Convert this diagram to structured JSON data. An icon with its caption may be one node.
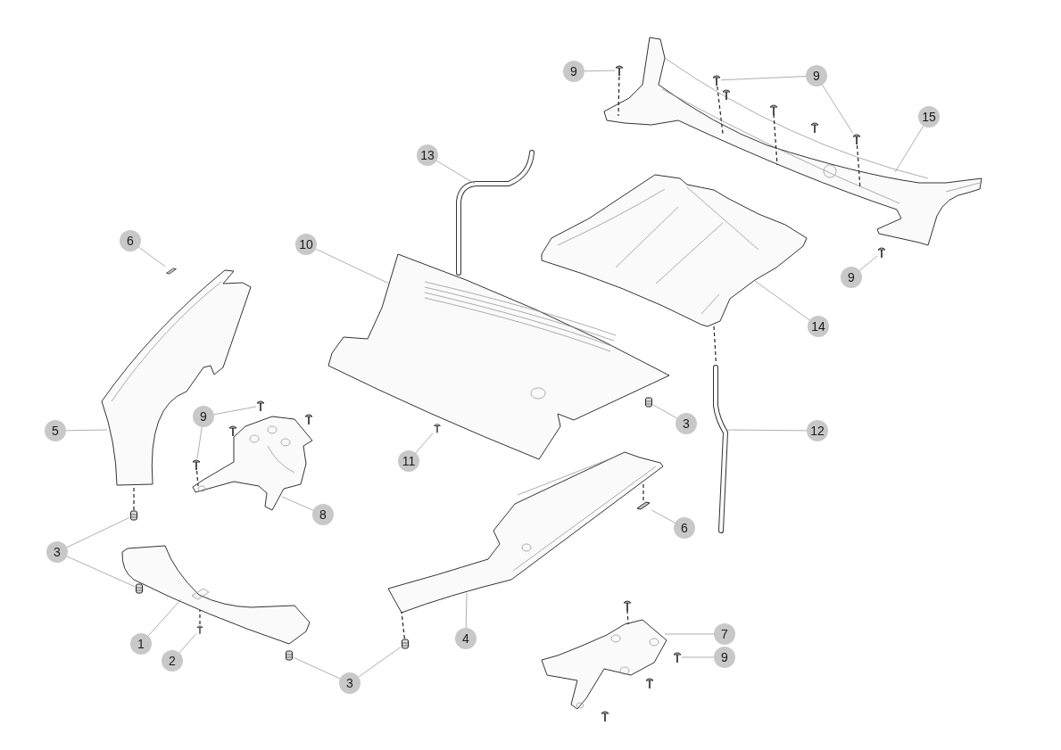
{
  "diagram": {
    "nodes": [
      {
        "text": [
          "9"
        ]
      },
      {
        "text": [],
        "shape": "picture"
      },
      {
        "text": [
          "9"
        ]
      },
      {
        "text": [],
        "shape": "picture"
      },
      {
        "text": [],
        "shape": "picture"
      },
      {
        "text": [
          "15"
        ]
      },
      {
        "text": [],
        "shape": "picture"
      },
      {
        "text": [
          "13"
        ]
      },
      {
        "text": [],
        "shape": "picture"
      },
      {
        "text": [
          "6"
        ]
      },
      {
        "text": [],
        "shape": "picture"
      },
      {
        "text": [
          "10"
        ]
      },
      {
        "text": [],
        "shape": "picture"
      },
      {
        "text": [],
        "shape": "picture"
      },
      {
        "text": [
          "9"
        ]
      },
      {
        "text": [],
        "shape": "picture"
      },
      {
        "text": [
          "14"
        ]
      },
      {
        "text": [],
        "shape": "picture"
      },
      {
        "text": [
          "9"
        ]
      },
      {
        "text": [],
        "shape": "picture"
      },
      {
        "text": [],
        "shape": "picture"
      },
      {
        "text": [],
        "shape": "picture"
      },
      {
        "text": [
          "5"
        ]
      },
      {
        "text": [],
        "shape": "picture"
      },
      {
        "text": [
          "3"
        ]
      },
      {
        "text": [],
        "shape": "picture"
      },
      {
        "text": [
          "12"
        ]
      },
      {
        "text": [
          "11"
        ]
      },
      {
        "text": [],
        "shape": "picture"
      },
      {
        "text": [
          "8"
        ]
      },
      {
        "text": [],
        "shape": "picture"
      },
      {
        "text": [
          "3"
        ]
      },
      {
        "text": [],
        "shape": "picture"
      },
      {
        "text": [],
        "shape": "picture"
      },
      {
        "text": [],
        "shape": "picture"
      },
      {
        "text": [
          "6"
        ]
      },
      {
        "text": [],
        "shape": "picture"
      },
      {
        "text": [
          "4"
        ]
      },
      {
        "text": [
          "1"
        ]
      },
      {
        "text": [],
        "shape": "picture"
      },
      {
        "text": [
          "7"
        ]
      },
      {
        "text": [],
        "shape": "picture"
      },
      {
        "text": [],
        "shape": "picture"
      },
      {
        "text": [
          "9"
        ]
      },
      {
        "text": [],
        "shape": "picture"
      },
      {
        "text": [],
        "shape": "picture"
      },
      {
        "text": [
          "3"
        ]
      },
      {
        "text": [
          "2"
        ]
      }
    ],
    "edges": [
      {
        "from": 0,
        "to": 1,
        "arrow": "none"
      },
      {
        "from": 2,
        "to": 3,
        "arrow": "none"
      },
      {
        "from": 2,
        "to": 4,
        "arrow": "none"
      },
      {
        "from": 5,
        "to": 6,
        "arrow": "none"
      },
      {
        "from": 1,
        "to": 6,
        "arrow": "none",
        "style": "dashed",
        "color": "#222222"
      },
      {
        "from": 3,
        "to": 6,
        "arrow": "none",
        "style": "dashed",
        "color": "#222222"
      },
      {
        "from": 4,
        "to": 6,
        "arrow": "none",
        "style": "dashed",
        "color": "#222222"
      },
      {
        "from": 7,
        "to": 8,
        "arrow": "none"
      },
      {
        "from": 9,
        "to": 10,
        "arrow": "none"
      },
      {
        "from": 11,
        "to": 12,
        "arrow": "none"
      },
      {
        "from": 14,
        "to": 15,
        "arrow": "none"
      },
      {
        "from": 16,
        "to": 13,
        "arrow": "none"
      },
      {
        "from": 17,
        "to": 13,
        "arrow": "none",
        "style": "dashed",
        "color": "#222222"
      },
      {
        "from": 18,
        "to": 19,
        "arrow": "none"
      },
      {
        "from": 18,
        "to": 20,
        "arrow": "none"
      },
      {
        "from": 20,
        "to": 21,
        "arrow": "none",
        "style": "dashed",
        "color": "#222222"
      },
      {
        "from": 22,
        "to": 23,
        "arrow": "none"
      },
      {
        "from": 24,
        "to": 25,
        "arrow": "none"
      },
      {
        "from": 26,
        "to": 17,
        "arrow": "none"
      },
      {
        "from": 27,
        "to": 28,
        "arrow": "none"
      },
      {
        "from": 29,
        "to": 21,
        "arrow": "none"
      },
      {
        "from": 31,
        "to": 30,
        "arrow": "none"
      },
      {
        "from": 30,
        "to": 23,
        "arrow": "none",
        "style": "dashed",
        "color": "#222222"
      },
      {
        "from": 31,
        "to": 33,
        "arrow": "none"
      },
      {
        "from": 35,
        "to": 34,
        "arrow": "none"
      },
      {
        "from": 34,
        "to": 36,
        "arrow": "none",
        "style": "dashed",
        "color": "#222222"
      },
      {
        "from": 37,
        "to": 36,
        "arrow": "none"
      },
      {
        "from": 38,
        "to": 32,
        "arrow": "none"
      },
      {
        "from": 47,
        "to": 39,
        "arrow": "none"
      },
      {
        "from": 39,
        "to": 32,
        "arrow": "none",
        "style": "dashed",
        "color": "#222222"
      },
      {
        "from": 40,
        "to": 41,
        "arrow": "none"
      },
      {
        "from": 43,
        "to": 42,
        "arrow": "none"
      },
      {
        "from": 46,
        "to": 44,
        "arrow": "none"
      },
      {
        "from": 46,
        "to": 45,
        "arrow": "none"
      },
      {
        "from": 45,
        "to": 36,
        "arrow": "none",
        "style": "dashed",
        "color": "#222222"
      }
    ]
  }
}
